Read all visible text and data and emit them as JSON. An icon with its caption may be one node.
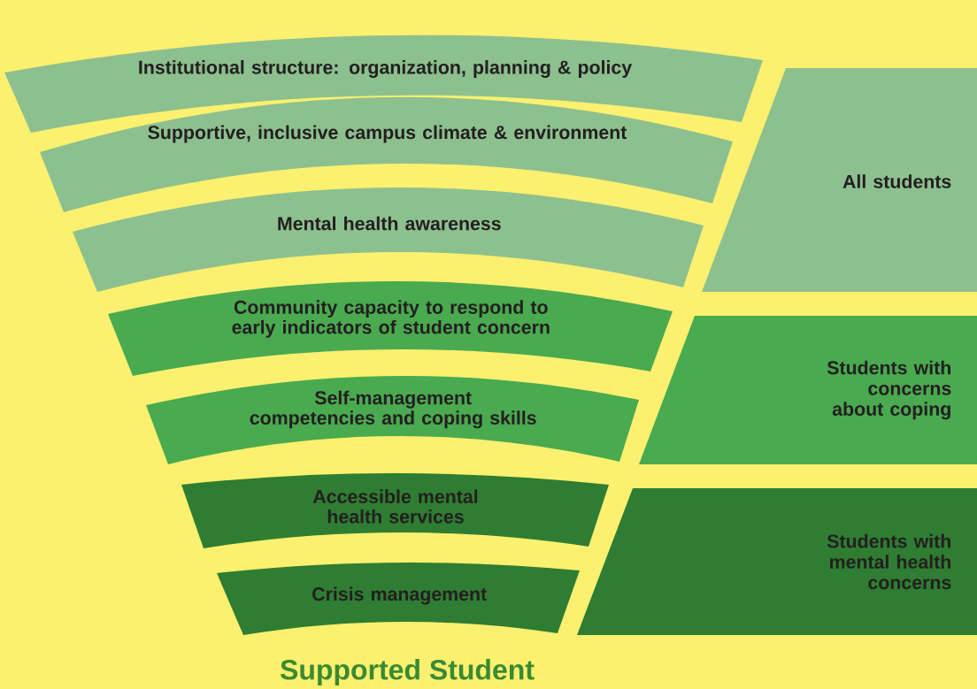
{
  "diagram": {
    "caption": "Supported Student",
    "nodes": [
      {
        "text": [
          "Institutional structure: organization, planning & policy"
        ]
      },
      {
        "text": [
          "Supportive, inclusive campus climate & environment"
        ]
      },
      {
        "text": [
          "Mental health awareness"
        ]
      },
      {
        "text": [
          "Community capacity to respond to early indicators of student concern"
        ]
      },
      {
        "text": [
          "Self-management competencies and coping skills"
        ]
      },
      {
        "text": [
          "Accessible mental health services"
        ]
      },
      {
        "text": [
          "Crisis management"
        ]
      },
      {
        "text": [
          "All students"
        ]
      },
      {
        "text": [
          "Students with concerns about coping"
        ]
      },
      {
        "text": [
          "Students with mental health concerns"
        ]
      }
    ]
  }
}
